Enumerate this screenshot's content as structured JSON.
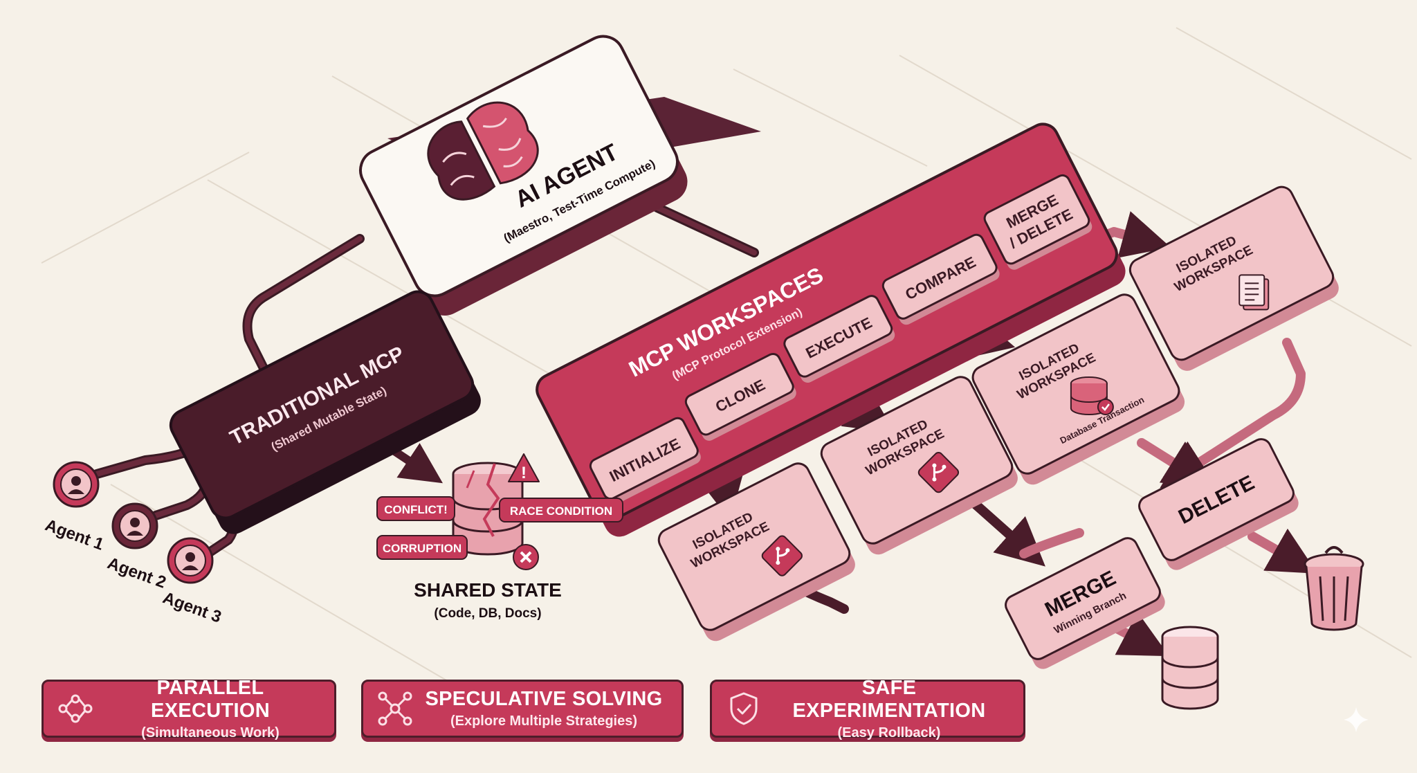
{
  "ai_agent": {
    "title": "AI AGENT",
    "subtitle": "(Maestro, Test-Time Compute)"
  },
  "mcp_workspaces": {
    "title": "MCP WORKSPACES",
    "subtitle": "(MCP Protocol Extension)",
    "operations": [
      "INITIALIZE",
      "CLONE",
      "EXECUTE",
      "COMPARE",
      "MERGE",
      "/ DELETE"
    ]
  },
  "traditional_mcp": {
    "title": "TRADITIONAL MCP",
    "subtitle": "(Shared Mutable State)"
  },
  "agents": [
    "Agent 1",
    "Agent 2",
    "Agent 3"
  ],
  "shared_state": {
    "title": "SHARED STATE",
    "subtitle": "(Code, DB, Docs)",
    "tags": [
      "CONFLICT!",
      "RACE CONDITION",
      "CORRUPTION"
    ]
  },
  "workspaces": {
    "label_line1": "ISOLATED",
    "label_line2": "WORKSPACE",
    "db_caption": "Database Transaction"
  },
  "merge": {
    "title": "MERGE",
    "subtitle": "Winning Branch"
  },
  "delete": {
    "title": "DELETE"
  },
  "features": [
    {
      "title": "PARALLEL EXECUTION",
      "subtitle": "(Simultaneous Work)",
      "icon": "parallel-flow-icon"
    },
    {
      "title": "SPECULATIVE SOLVING",
      "subtitle": "(Explore Multiple Strategies)",
      "icon": "network-nodes-icon"
    },
    {
      "title": "SAFE EXPERIMENTATION",
      "subtitle": "(Easy Rollback)",
      "icon": "shield-check-icon"
    }
  ],
  "colors": {
    "background": "#f6f1e8",
    "crimson": "#c53a5a",
    "dark_plum": "#4a1c2a",
    "pale_pink": "#f2c4c8",
    "outline": "#3a1a24"
  }
}
